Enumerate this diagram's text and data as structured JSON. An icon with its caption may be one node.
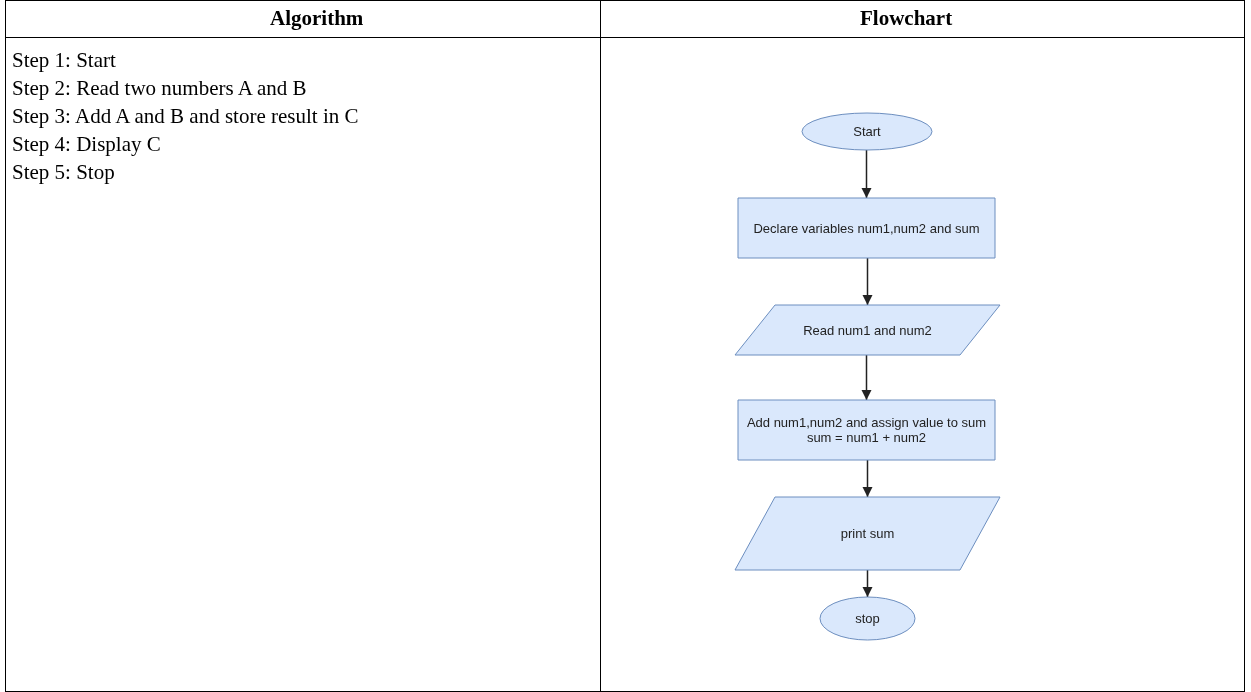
{
  "diagram": {
    "nodes": [
      {
        "text": [
          "Start"
        ]
      },
      {
        "text": [
          "Declare variables num1,num2 and sum"
        ]
      },
      {
        "text": [
          "Read num1 and num2"
        ]
      },
      {
        "text": [
          "Add num1,num2 and assign value to sum",
          "sum = num1 + num2"
        ]
      },
      {
        "text": [
          "print sum"
        ]
      },
      {
        "text": [
          "stop"
        ]
      }
    ],
    "edges": [
      {
        "from": 0,
        "to": 1,
        "arrow": "to"
      },
      {
        "from": 1,
        "to": 2,
        "arrow": "to"
      },
      {
        "from": 2,
        "to": 3,
        "arrow": "to"
      },
      {
        "from": 3,
        "to": 4,
        "arrow": "to"
      },
      {
        "from": 4,
        "to": 5,
        "arrow": "to"
      }
    ],
    "labels": [
      "Algorithm",
      "Flowchart",
      "Step 1: Start",
      "Step 2: Read two numbers A and B",
      "Step 3: Add A and B and store result in C",
      "Step 4: Display C",
      "Step 5: Stop"
    ]
  }
}
